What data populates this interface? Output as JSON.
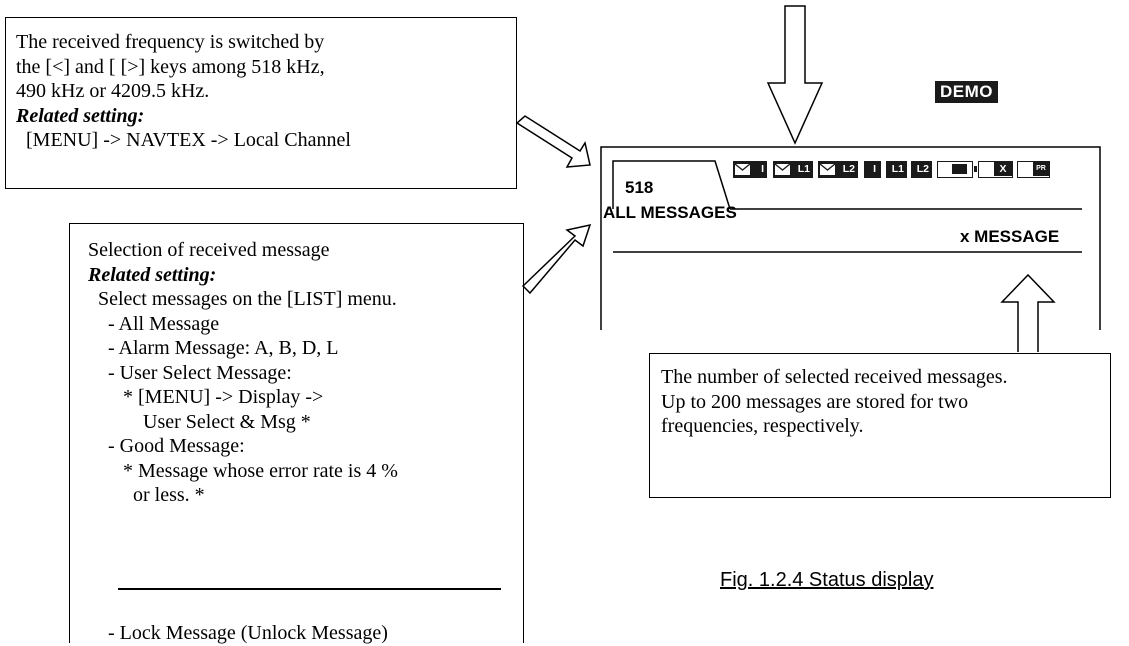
{
  "callout_frequency": {
    "lines": [
      "The received frequency is switched by",
      "the [<] and [ [>] keys among 518 kHz,",
      "490 kHz or 4209.5 kHz."
    ],
    "related_label": "Related setting:",
    "setting_path": "  [MENU] -> NAVTEX -> Local Channel"
  },
  "callout_selection": {
    "title": "Selection of received message",
    "related_label": "Related setting:",
    "lines": [
      "  Select messages on the [LIST] menu.",
      "    - All Message",
      "    - Alarm Message: A, B, D, L",
      "    - User Select Message:",
      "       * [MENU] -> Display ->",
      "           User Select & Msg *",
      "    - Good Message:",
      "       * Message whose error rate is 4 %",
      "         or less. *"
    ],
    "after_divider": "    - Lock Message (Unlock Message)"
  },
  "callout_count": {
    "lines": [
      "The number of selected received messages.",
      "Up to 200 messages are stored for two",
      "frequencies, respectively."
    ]
  },
  "status_display": {
    "demo_badge": "DEMO",
    "frequency": "518",
    "message_filter": "ALL MESSAGES",
    "message_count": "x MESSAGE",
    "icons": [
      {
        "name": "mail-i-icon",
        "label": "I"
      },
      {
        "name": "mail-l1-icon",
        "label": "L1"
      },
      {
        "name": "mail-l2-icon",
        "label": "L2"
      },
      {
        "name": "i-icon",
        "label": "I"
      },
      {
        "name": "l1-icon",
        "label": "L1"
      },
      {
        "name": "l2-icon",
        "label": "L2"
      },
      {
        "name": "battery-icon",
        "label": ""
      },
      {
        "name": "x-icon",
        "label": "X"
      },
      {
        "name": "printer-icon",
        "label": "PR"
      }
    ]
  },
  "caption": "Fig. 1.2.4 Status display"
}
